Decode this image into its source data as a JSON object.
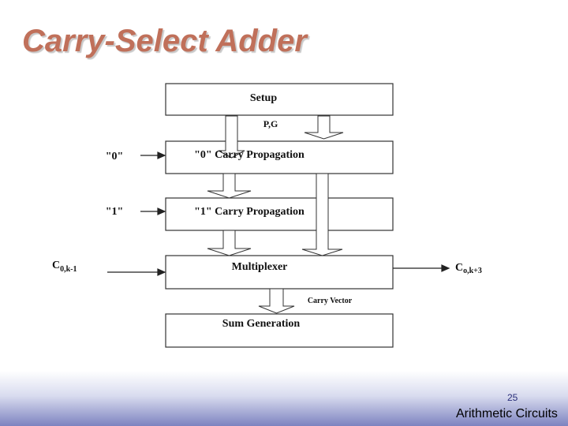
{
  "slide": {
    "title": "Carry-Select Adder",
    "page_number": "25",
    "footer_label": "Arithmetic Circuits"
  },
  "diagram": {
    "blocks": {
      "setup": "Setup",
      "carry_prop_0": "\"0\" Carry Propagation",
      "carry_prop_1": "\"1\" Carry Propagation",
      "multiplexer": "Multiplexer",
      "sum_generation": "Sum Generation"
    },
    "labels": {
      "pg": "P,G",
      "input_0": "\"0\"",
      "input_1": "\"1\"",
      "carry_in_main": "C",
      "carry_in_sub": "0,k-1",
      "carry_out_main": "C",
      "carry_out_sub": "o,k+3",
      "carry_vector": "Carry Vector"
    }
  }
}
